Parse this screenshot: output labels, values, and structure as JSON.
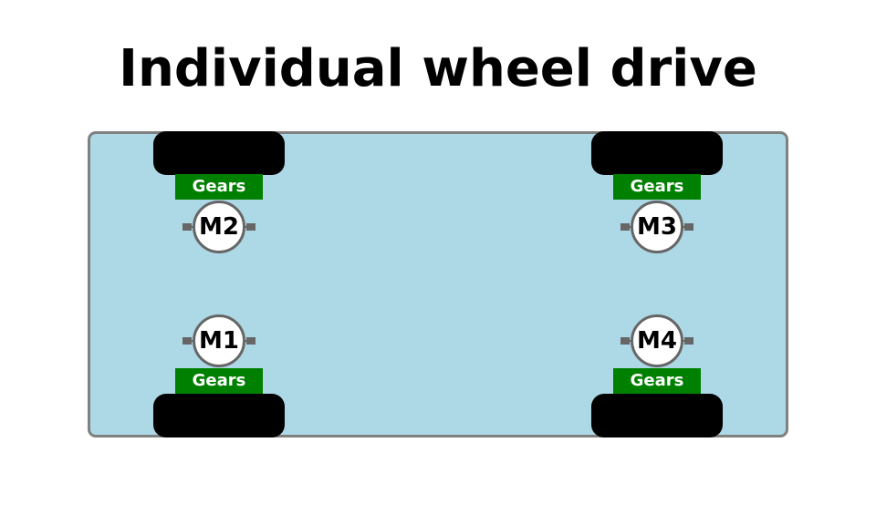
{
  "title": "Individual wheel drive",
  "colors": {
    "chassis_fill": "#add8e6",
    "chassis_border": "#808080",
    "wheel": "#000000",
    "gears": "#008000",
    "motor_border": "#666666"
  },
  "wheels": {
    "front_left": {
      "gears_label": "Gears",
      "motor_label": "M2"
    },
    "front_right": {
      "gears_label": "Gears",
      "motor_label": "M3"
    },
    "rear_left": {
      "gears_label": "Gears",
      "motor_label": "M1"
    },
    "rear_right": {
      "gears_label": "Gears",
      "motor_label": "M4"
    }
  }
}
